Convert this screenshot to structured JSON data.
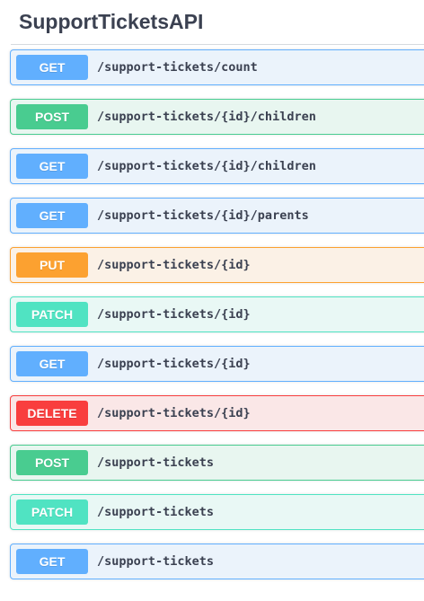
{
  "section": {
    "title": "SupportTicketsAPI"
  },
  "colors": {
    "get": "#61affe",
    "post": "#49cc90",
    "put": "#fca130",
    "patch": "#50e3c2",
    "delete": "#f93e3e"
  },
  "operations": [
    {
      "method": "GET",
      "path": "/support-tickets/count"
    },
    {
      "method": "POST",
      "path": "/support-tickets/{id}/children"
    },
    {
      "method": "GET",
      "path": "/support-tickets/{id}/children"
    },
    {
      "method": "GET",
      "path": "/support-tickets/{id}/parents"
    },
    {
      "method": "PUT",
      "path": "/support-tickets/{id}"
    },
    {
      "method": "PATCH",
      "path": "/support-tickets/{id}"
    },
    {
      "method": "GET",
      "path": "/support-tickets/{id}"
    },
    {
      "method": "DELETE",
      "path": "/support-tickets/{id}"
    },
    {
      "method": "POST",
      "path": "/support-tickets"
    },
    {
      "method": "PATCH",
      "path": "/support-tickets"
    },
    {
      "method": "GET",
      "path": "/support-tickets"
    }
  ]
}
